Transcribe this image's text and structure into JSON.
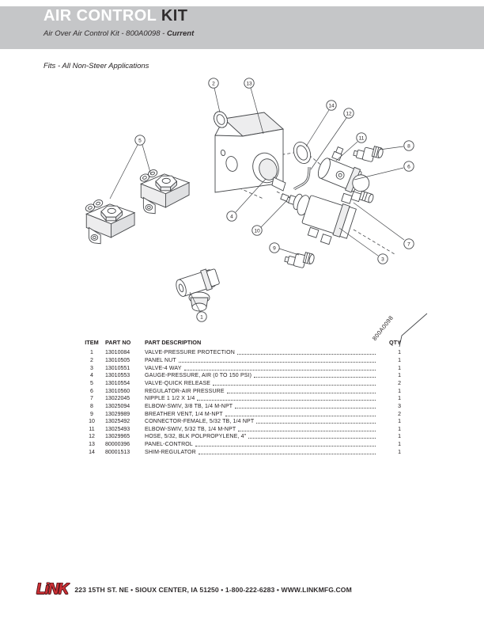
{
  "page": {
    "title_primary": "AIR CONTROL",
    "title_secondary": "KIT",
    "subtitle_prefix": "Air Over Air Control Kit - 800A0098 - ",
    "subtitle_status": "Current",
    "fits_note": "Fits - All Non-Steer Applications"
  },
  "diagram": {
    "assembly_label": "800A0098",
    "callouts": {
      "c1": "1",
      "c2": "2",
      "c3": "3",
      "c4": "4",
      "c5": "5",
      "c6": "6",
      "c7": "7",
      "c8": "8",
      "c9": "9",
      "c10": "10",
      "c11": "11",
      "c12": "12",
      "c13": "13",
      "c14": "14"
    }
  },
  "parts_table": {
    "columns": [
      "ITEM",
      "PART NO",
      "PART DESCRIPTION",
      "QTY"
    ],
    "rows": [
      {
        "item": "1",
        "part_no": "13010084",
        "description": "VALVE-PRESSURE PROTECTION",
        "qty": "1"
      },
      {
        "item": "2",
        "part_no": "13010505",
        "description": "PANEL NUT",
        "qty": "1"
      },
      {
        "item": "3",
        "part_no": "13010551",
        "description": "VALVE-4 WAY",
        "qty": "1"
      },
      {
        "item": "4",
        "part_no": "13010553",
        "description": "GAUGE-PRESSURE, AIR (0 TO 150 PSI)",
        "qty": "1"
      },
      {
        "item": "5",
        "part_no": "13010554",
        "description": "VALVE-QUICK RELEASE",
        "qty": "2"
      },
      {
        "item": "6",
        "part_no": "13010560",
        "description": "REGULATOR-AIR PRESSURE",
        "qty": "1"
      },
      {
        "item": "7",
        "part_no": "13022045",
        "description": "NIPPLE 1 1/2 X 1/4",
        "qty": "1"
      },
      {
        "item": "8",
        "part_no": "13025094",
        "description": "ELBOW-SWIV, 3/8 TB, 1/4 M-NPT",
        "qty": "3"
      },
      {
        "item": "9",
        "part_no": "13029989",
        "description": "BREATHER VENT, 1/4 M-NPT",
        "qty": "2"
      },
      {
        "item": "10",
        "part_no": "13025492",
        "description": "CONNECTOR-FEMALE, 5/32 TB, 1/4 NPT",
        "qty": "1"
      },
      {
        "item": "11",
        "part_no": "13025493",
        "description": "ELBOW-SWIV, 5/32 TB, 1/4 M-NPT",
        "qty": "1"
      },
      {
        "item": "12",
        "part_no": "13029965",
        "description": "HOSE, 5/32, BLK POLPROPYLENE, 4\"",
        "qty": "1"
      },
      {
        "item": "13",
        "part_no": "80000396",
        "description": "PANEL-CONTROL",
        "qty": "1"
      },
      {
        "item": "14",
        "part_no": "80001513",
        "description": "SHIM-REGULATOR",
        "qty": "1"
      }
    ]
  },
  "footer": {
    "logo_text": "LiNK",
    "address": "223 15TH ST. NE • SIOUX CENTER, IA 51250 • 1-800-222-6283 • WWW.LINKMFG.COM"
  },
  "colors": {
    "header_bar": "#c5c6c8",
    "logo_red": "#cb2f34",
    "ink": "#231f20"
  }
}
